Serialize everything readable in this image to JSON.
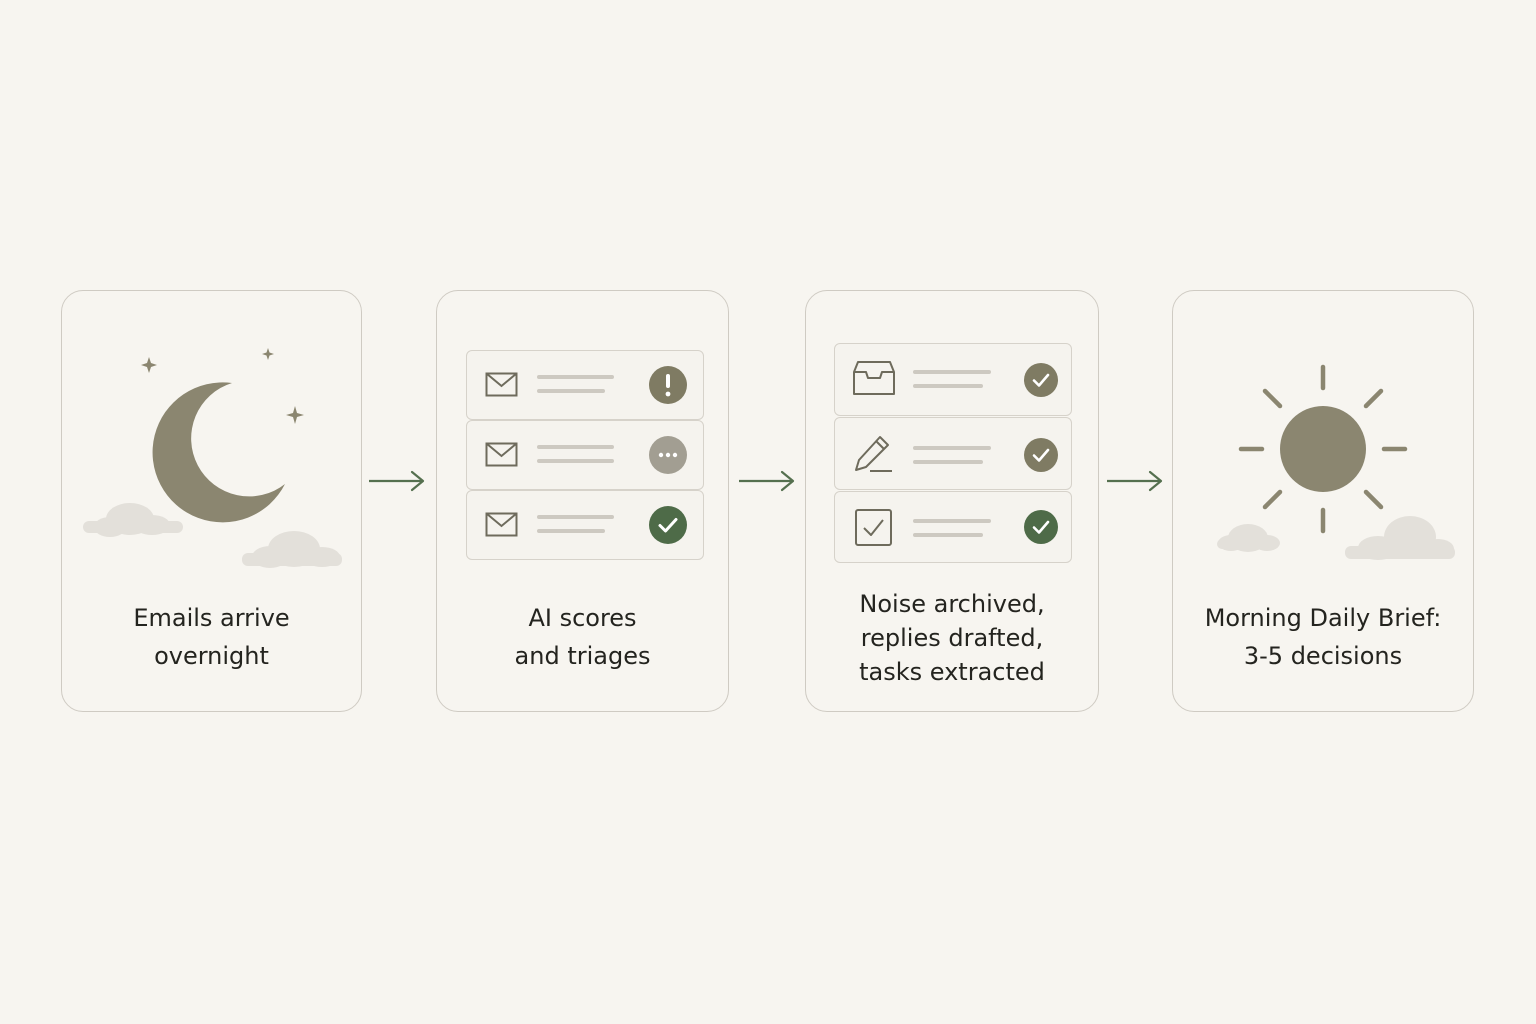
{
  "steps": [
    {
      "id": "arrive",
      "caption_lines": [
        "Emails arrive",
        "overnight"
      ],
      "illustration": "moon-stars-clouds"
    },
    {
      "id": "triage",
      "caption_lines": [
        "AI scores",
        "and triages"
      ],
      "illustration": "email-list",
      "rows": [
        {
          "icon": "envelope-icon",
          "status": "exclamation-icon",
          "status_color": "#7f7b63"
        },
        {
          "icon": "envelope-icon",
          "status": "ellipsis-icon",
          "status_color": "#a29e92"
        },
        {
          "icon": "envelope-icon",
          "status": "check-icon",
          "status_color": "#4e6b48"
        }
      ]
    },
    {
      "id": "process",
      "caption_lines": [
        "Noise archived,",
        "replies drafted,",
        "tasks extracted"
      ],
      "illustration": "action-list",
      "rows": [
        {
          "icon": "archive-box-icon",
          "status": "check-icon",
          "status_color": "#7f7b63"
        },
        {
          "icon": "pencil-icon",
          "status": "check-icon",
          "status_color": "#7f7b63"
        },
        {
          "icon": "checkbox-icon",
          "status": "check-icon",
          "status_color": "#4e6b48"
        }
      ]
    },
    {
      "id": "brief",
      "caption_lines": [
        "Morning Daily Brief:",
        "3-5 decisions"
      ],
      "illustration": "sun-clouds"
    }
  ],
  "colors": {
    "background": "#f7f5f0",
    "card_border": "#cfcbc3",
    "olive": "#8b8670",
    "green": "#4e6b48",
    "arrow": "#55704f",
    "cloud": "#e3e0da",
    "text": "#24241f"
  }
}
